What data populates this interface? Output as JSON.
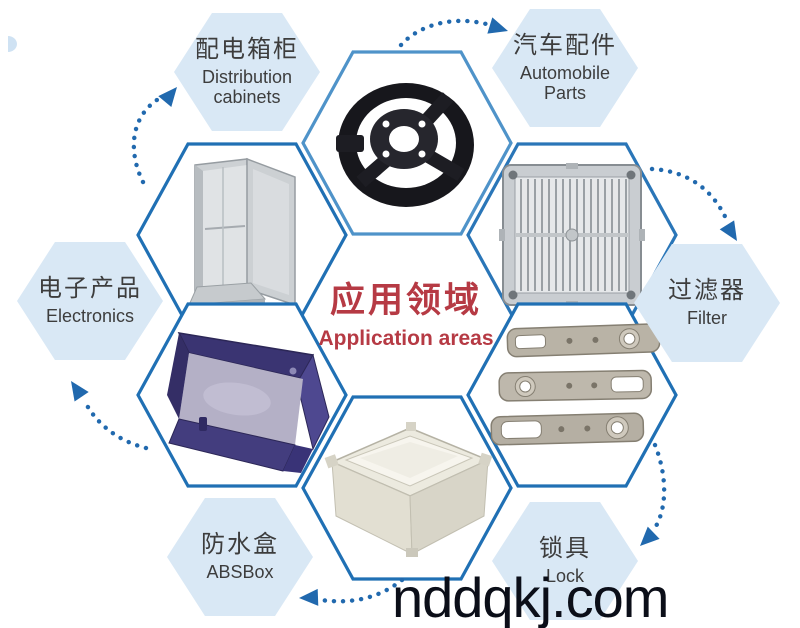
{
  "page": {
    "watermark": "nddqkj.com"
  },
  "center": {
    "title_zh": "应用领域",
    "title_en": "Application areas"
  },
  "labels": {
    "distribution": {
      "zh": "配电箱柜",
      "en": "Distribution cabinets"
    },
    "automobile": {
      "zh": "汽车配件",
      "en": "Automobile Parts"
    },
    "electronics": {
      "zh": "电子产品",
      "en": "Electronics"
    },
    "filter": {
      "zh": "过滤器",
      "en": "Filter"
    },
    "absbox": {
      "zh": "防水盒",
      "en": "ABSBox"
    },
    "lock": {
      "zh": "锁具",
      "en": "Lock"
    }
  },
  "images": {
    "cabinet": "distribution-cabinet-photo",
    "wheel": "automobile-brake-part-photo",
    "filter_grid": "filter-grid-photo",
    "locks": "lock-castings-photo",
    "white_box": "waterproof-box-photo",
    "purple_box": "abs-box-photo"
  },
  "colors": {
    "hex_label_fill": "#d9e8f5",
    "hex_border": "#2070b4",
    "arrow": "#2169ae",
    "title_red": "#b63a44",
    "label_text": "#3d3d3d",
    "watermark": "#0b0e18"
  }
}
